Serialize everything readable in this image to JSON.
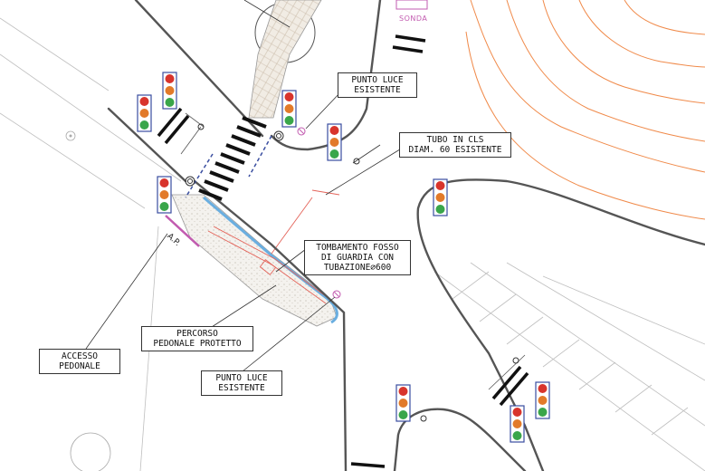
{
  "labels": {
    "punto_luce_top": [
      "PUNTO LUCE",
      "ESISTENTE"
    ],
    "tubo_cls": [
      "TUBO IN CLS",
      "DIAM. 60 ESISTENTE"
    ],
    "tombamento": [
      "TOMBAMENTO FOSSO",
      "DI GUARDIA CON",
      "TUBAZIONE⌀600"
    ],
    "percorso": [
      "PERCORSO",
      "PEDONALE PROTETTO"
    ],
    "accesso": [
      "ACCESSO",
      "PEDONALE"
    ],
    "punto_luce_bottom": [
      "PUNTO LUCE",
      "ESISTENTE"
    ],
    "sonda": "SONDA",
    "ap": "A.P."
  },
  "colors": {
    "road_edge": "#555555",
    "signal_red": "#d8342c",
    "signal_orange": "#e27a2a",
    "signal_green": "#3aa64a",
    "signal_frame": "#3a4ea0",
    "contour": "#f08a4a",
    "pedestrian_path": "#6aaee0",
    "drain": "#e4645a",
    "sonda": "#c25bb0"
  },
  "icons": [
    "traffic-light-icon",
    "light-pole-icon",
    "zebra-crossing",
    "stop-line"
  ]
}
